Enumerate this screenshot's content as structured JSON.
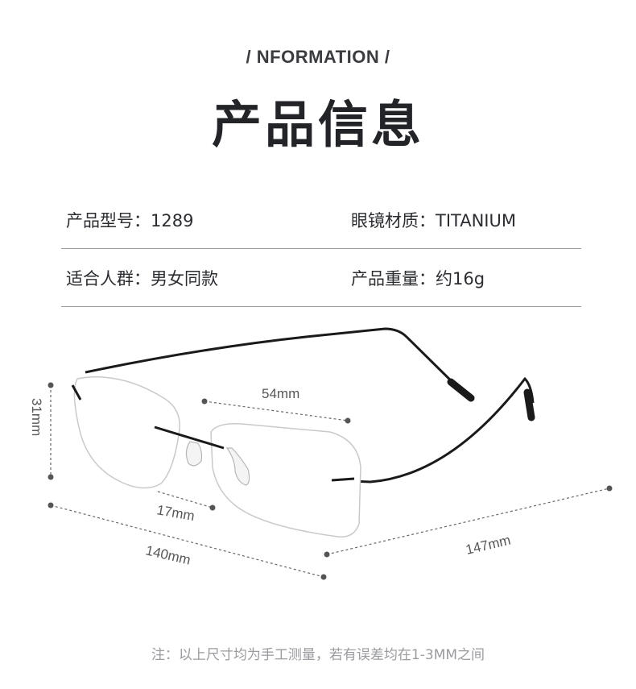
{
  "header": {
    "eyebrow": "/ NFORMATION /",
    "title": "产品信息"
  },
  "specs": [
    {
      "label": "产品型号：",
      "value": "1289"
    },
    {
      "label": "眼镜材质：",
      "value": "TITANIUM"
    },
    {
      "label": "适合人群：",
      "value": "男女同款"
    },
    {
      "label": "产品重量：",
      "value": "约16g"
    }
  ],
  "dimensions": {
    "lens_width": "54mm",
    "lens_height": "31mm",
    "bridge_width": "17mm",
    "frame_width": "140mm",
    "temple_length": "147mm"
  },
  "footnote": "注：以上尺寸均为手工测量，若有误差均在1-3MM之间",
  "colors": {
    "text": "#2b2d31",
    "divider": "#9a9ca0",
    "dimension_line": "#666666",
    "frame": "#1a1a1a",
    "footnote": "#9a9b9f"
  }
}
